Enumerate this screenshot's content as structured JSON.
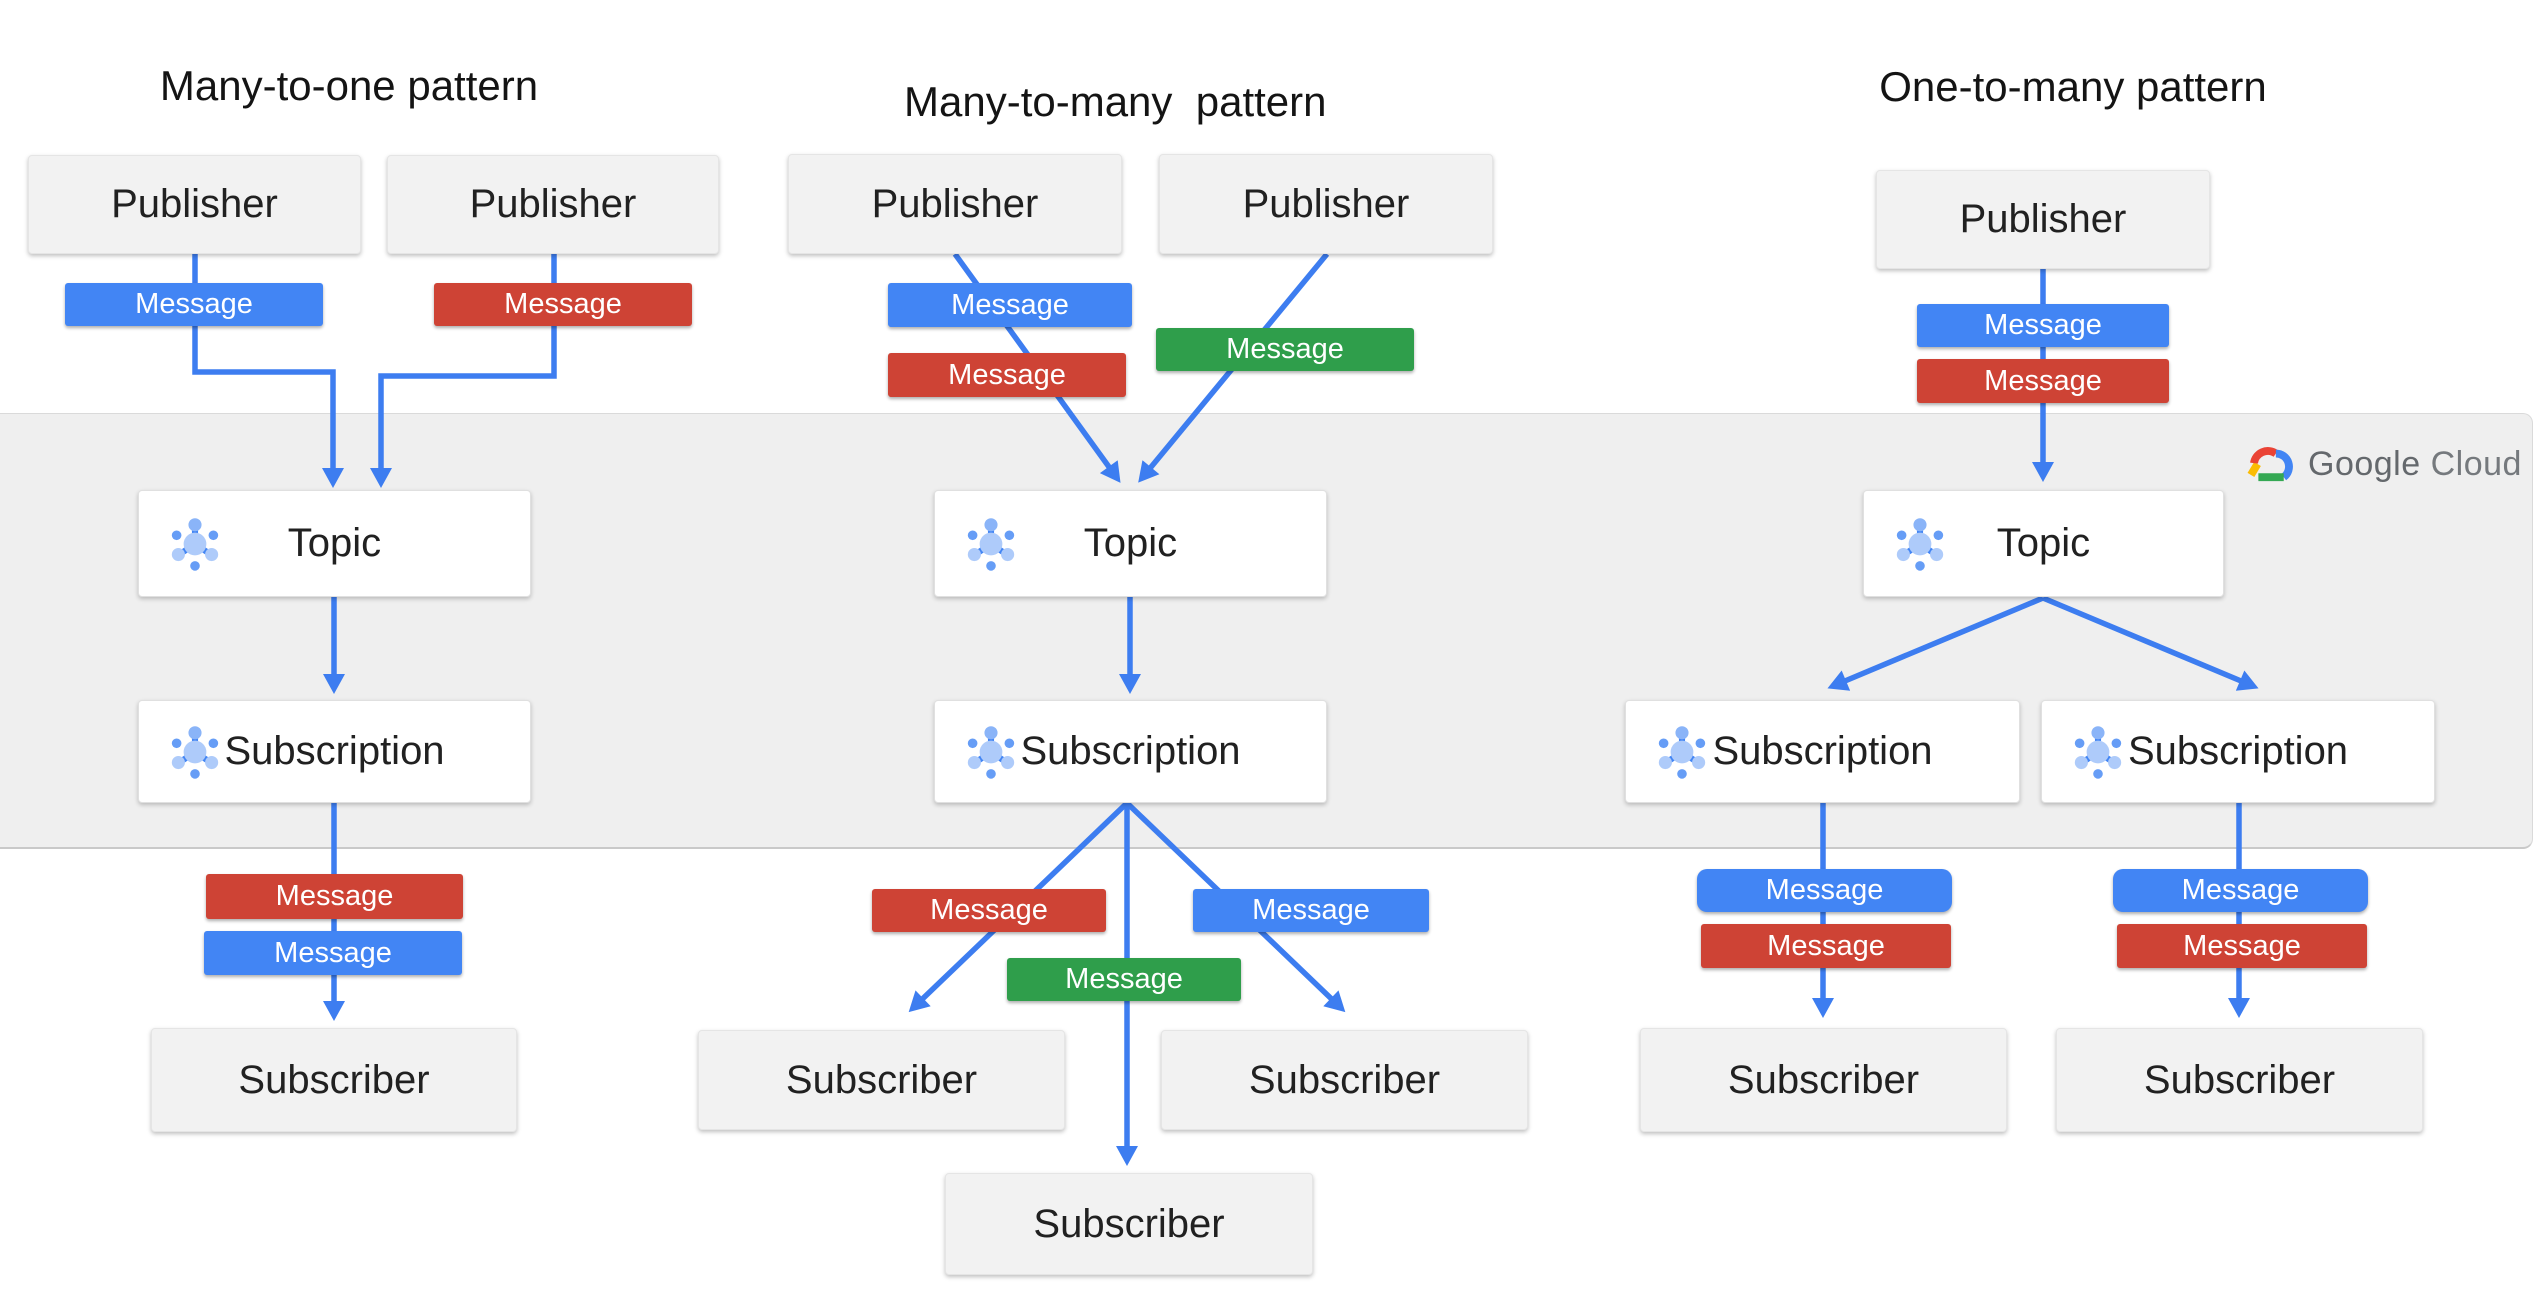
{
  "palette": {
    "blue": "#4285F4",
    "red": "#CE4335",
    "green": "#2F9E4B",
    "line_blue": "#3D7DF0",
    "band_bg": "#EFEFEF",
    "band_border": "#C9C9C9",
    "box_gray_bg": "#F2F2F2",
    "box_gray_border": "#E5E5E5",
    "box_white_bg": "#FFFFFF",
    "box_white_border": "#E0E0E0",
    "label_text": "#212121",
    "badge_text": "#FFFFFF",
    "icon_light_blue": "#AECBFA",
    "icon_top_blue": "#8AB4F8",
    "icon_medium_blue": "#669DF6",
    "icon_stem_blue": "#4285F4",
    "logo_red": "#EA4335",
    "logo_yellow": "#FBBC04",
    "logo_green": "#34A853",
    "logo_blue": "#4285F4"
  },
  "logo": {
    "google": "Google",
    "cloud": "Cloud"
  },
  "patterns": [
    {
      "title": "Many-to-one pattern",
      "publishers": [
        {
          "label": "Publisher"
        },
        {
          "label": "Publisher"
        }
      ],
      "publisher_messages": [
        {
          "label": "Message",
          "color": "blue"
        },
        {
          "label": "Message",
          "color": "red"
        }
      ],
      "topic": {
        "label": "Topic"
      },
      "subscriptions": [
        {
          "label": "Subscription"
        }
      ],
      "subscription_messages": [
        {
          "label": "Message",
          "color": "red"
        },
        {
          "label": "Message",
          "color": "blue"
        }
      ],
      "subscribers": [
        {
          "label": "Subscriber"
        }
      ]
    },
    {
      "title": "Many-to-many  pattern",
      "publishers": [
        {
          "label": "Publisher"
        },
        {
          "label": "Publisher"
        }
      ],
      "publisher_messages": [
        {
          "label": "Message",
          "color": "blue"
        },
        {
          "label": "Message",
          "color": "red"
        },
        {
          "label": "Message",
          "color": "green"
        }
      ],
      "topic": {
        "label": "Topic"
      },
      "subscriptions": [
        {
          "label": "Subscription"
        }
      ],
      "subscription_messages": [
        {
          "label": "Message",
          "color": "red"
        },
        {
          "label": "Message",
          "color": "blue"
        },
        {
          "label": "Message",
          "color": "green"
        }
      ],
      "subscribers": [
        {
          "label": "Subscriber"
        },
        {
          "label": "Subscriber"
        },
        {
          "label": "Subscriber"
        }
      ]
    },
    {
      "title": "One-to-many pattern",
      "publishers": [
        {
          "label": "Publisher"
        }
      ],
      "publisher_messages": [
        {
          "label": "Message",
          "color": "blue"
        },
        {
          "label": "Message",
          "color": "red"
        }
      ],
      "topic": {
        "label": "Topic"
      },
      "subscriptions": [
        {
          "label": "Subscription"
        },
        {
          "label": "Subscription"
        }
      ],
      "subscription_messages": [
        {
          "label": "Message",
          "color": "blue"
        },
        {
          "label": "Message",
          "color": "red"
        },
        {
          "label": "Message",
          "color": "blue"
        },
        {
          "label": "Message",
          "color": "red"
        }
      ],
      "subscribers": [
        {
          "label": "Subscriber"
        },
        {
          "label": "Subscriber"
        }
      ]
    }
  ]
}
